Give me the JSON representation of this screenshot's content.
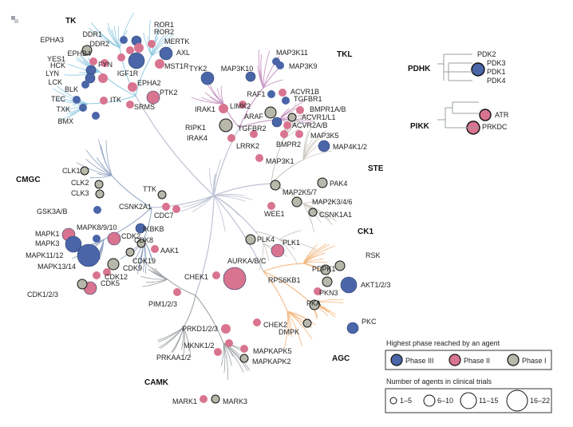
{
  "colors": {
    "phase3": "#4a66a8",
    "phase2": "#d8748f",
    "phase1": "#b7b8aa",
    "tk_branch": "#8fc9e2",
    "tkl_branch": "#c48fbf",
    "ste_branch": "#c9c6bd",
    "ck1_branch": "#c9c6bd",
    "agc_branch": "#f3b57c",
    "camk_branch": "#9aa0a3",
    "cmgc_branch": "#8ea2c0",
    "core": "#bcc2d3"
  },
  "families": {
    "tk": "TK",
    "tkl": "TKL",
    "ste": "STE",
    "ck1": "CK1",
    "agc": "AGC",
    "camk": "CAMK",
    "cmgc": "CMGC",
    "pdhk": "PDHK",
    "pikk": "PIKK"
  },
  "kinases": {
    "tk": [
      "ROR1",
      "ROR2",
      "DDR1",
      "DDR2",
      "MERTK",
      "AXL",
      "EPHA3",
      "EPHB4",
      "YES1",
      "FYN",
      "MST1R",
      "HCK",
      "IGF1R",
      "LYN",
      "LCK",
      "BLK",
      "EPHA2",
      "TYK2",
      "PTK2",
      "TEC",
      "ITK",
      "TXK",
      "SRMS",
      "BMX"
    ],
    "tkl": [
      "MAP3K11",
      "MAP3K9",
      "MAP3K10",
      "RAF1",
      "ACVR1B",
      "TGFBR1",
      "BMPR1A/B",
      "ACVR1/L1",
      "ACVR2A/B",
      "IRAK1",
      "LIMK2",
      "ARAF",
      "TGFBR2",
      "RIPK1",
      "IRAK4",
      "LRRK2",
      "BMPR2",
      "MAP3K5",
      "MAP4K1/2"
    ],
    "ste": [
      "MAP3K1",
      "PAK4",
      "MAP2K5/7",
      "MAP2K3/4/6",
      "WEE1",
      "CSNK1A1"
    ],
    "cmgc": [
      "CLK1",
      "CLK2",
      "CLK3",
      "TTK",
      "GSK3A/B",
      "CSNK2A1",
      "CDC7",
      "IKBKB",
      "MAPK1",
      "MAPK8/9/10",
      "MAPK3",
      "CDK2",
      "CDK8",
      "AAK1",
      "MAPK11/12",
      "CDK19",
      "MAPK13/14",
      "CDK9",
      "CDK12",
      "CDK5",
      "CDK1/2/3"
    ],
    "ck1": [
      "PLK4",
      "PLK1"
    ],
    "agc": [
      "AURKA/B/C",
      "PDPK1",
      "RSK",
      "RPS6KB1",
      "AKT1/2/3",
      "PKN3",
      "PKA",
      "PKC",
      "DMPK"
    ],
    "camk": [
      "CHEK1",
      "PIM1/2/3",
      "CHEK2",
      "PRKD1/2/3",
      "MKNK1/2",
      "PRKAA1/2",
      "MAPKAPK5",
      "MAPKAPK2",
      "MARK1",
      "MARK3"
    ],
    "pdhk": [
      "PDK2",
      "PDK3",
      "PDK1",
      "PDK4"
    ],
    "pikk": [
      "ATR",
      "PRKDC"
    ]
  },
  "legend": {
    "phase_title": "Highest phase reached by an agent",
    "phase_items": [
      "Phase III",
      "Phase II",
      "Phase I"
    ],
    "count_title": "Number of agents in clinical trials",
    "count_items": [
      "1–5",
      "6–10",
      "11–15",
      "16–22"
    ]
  }
}
